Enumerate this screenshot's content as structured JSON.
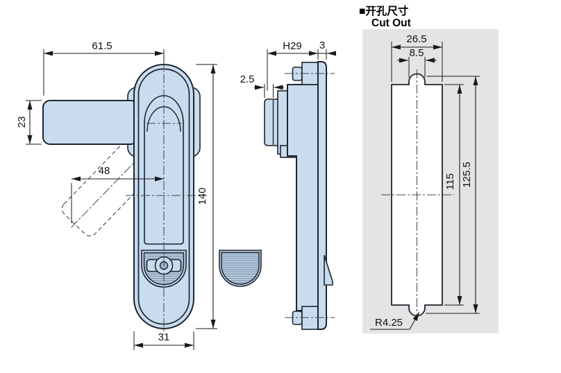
{
  "title": {
    "heading_zh": "■开孔尺寸",
    "heading_en": "Cut Out"
  },
  "front_view": {
    "description": "swing handle lock, front view, handle closed with phantom open position",
    "dims": {
      "arm_length": "61.5",
      "arm_width": "23",
      "open_offset": "48",
      "body_height": "140",
      "body_width": "31"
    }
  },
  "side_view": {
    "description": "side profile with mounting panel and latch cam",
    "dims": {
      "protrusion": "H29",
      "panel_thickness": "3",
      "lip": "2.5"
    }
  },
  "cutout_view": {
    "description": "panel cut-out shape with top and bottom round notches",
    "dims": {
      "width": "26.5",
      "notch_width": "8.5",
      "inner_height": "115",
      "overall_height": "125.5",
      "notch_radius": "R4.25"
    }
  },
  "colors": {
    "part_fill": "#c9dcee",
    "hatch_fill": "#b7cadd",
    "hatch_line": "#7e97af",
    "outline": "#1b2430",
    "dimension": "#1a1a1a",
    "panel_background": "#e4e4e5",
    "background": "#ffffff"
  }
}
